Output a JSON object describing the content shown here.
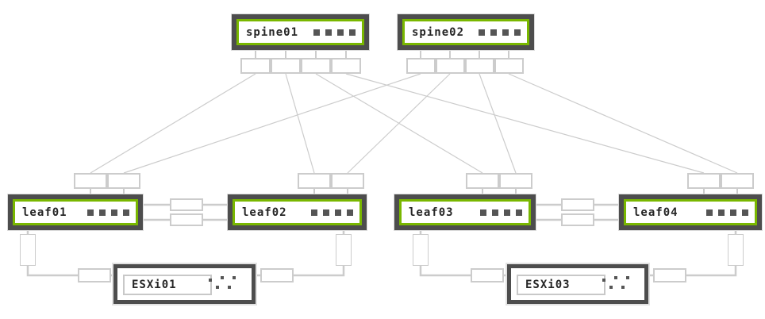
{
  "diagram": {
    "kind": "spine-leaf-network-topology",
    "background": "#ffffff",
    "colors": {
      "switch_border": "#4d4d4d",
      "switch_accent_green": "#79b700",
      "host_border": "#4d4d4d",
      "link_gray": "#cccccc",
      "label_text": "#262626",
      "led_gray": "#555555"
    },
    "switches": {
      "spine01": {
        "label": "spine01",
        "role": "spine",
        "ports_shown": 4,
        "leds": 4
      },
      "spine02": {
        "label": "spine02",
        "role": "spine",
        "ports_shown": 4,
        "leds": 4
      },
      "leaf01": {
        "label": "leaf01",
        "role": "leaf",
        "uplink_ports": 2,
        "peerlink_ports": 2,
        "host_ports": 1,
        "leds": 4
      },
      "leaf02": {
        "label": "leaf02",
        "role": "leaf",
        "uplink_ports": 2,
        "peerlink_ports": 2,
        "host_ports": 1,
        "leds": 4
      },
      "leaf03": {
        "label": "leaf03",
        "role": "leaf",
        "uplink_ports": 2,
        "peerlink_ports": 2,
        "host_ports": 1,
        "leds": 4
      },
      "leaf04": {
        "label": "leaf04",
        "role": "leaf",
        "uplink_ports": 2,
        "peerlink_ports": 2,
        "host_ports": 1,
        "leds": 4
      }
    },
    "hosts": {
      "esxi01": {
        "label": "ESXi01",
        "nics": 2
      },
      "esxi03": {
        "label": "ESXi03",
        "nics": 2
      }
    },
    "edges": [
      {
        "from": "spine01",
        "to": "leaf01"
      },
      {
        "from": "spine01",
        "to": "leaf02"
      },
      {
        "from": "spine01",
        "to": "leaf03"
      },
      {
        "from": "spine01",
        "to": "leaf04"
      },
      {
        "from": "spine02",
        "to": "leaf01"
      },
      {
        "from": "spine02",
        "to": "leaf02"
      },
      {
        "from": "spine02",
        "to": "leaf03"
      },
      {
        "from": "spine02",
        "to": "leaf04"
      },
      {
        "from": "leaf01",
        "to": "leaf02",
        "type": "peerlink",
        "links": 2
      },
      {
        "from": "leaf03",
        "to": "leaf04",
        "type": "peerlink",
        "links": 2
      },
      {
        "from": "leaf01",
        "to": "ESXi01"
      },
      {
        "from": "leaf02",
        "to": "ESXi01"
      },
      {
        "from": "leaf03",
        "to": "ESXi03"
      },
      {
        "from": "leaf04",
        "to": "ESXi03"
      }
    ]
  }
}
